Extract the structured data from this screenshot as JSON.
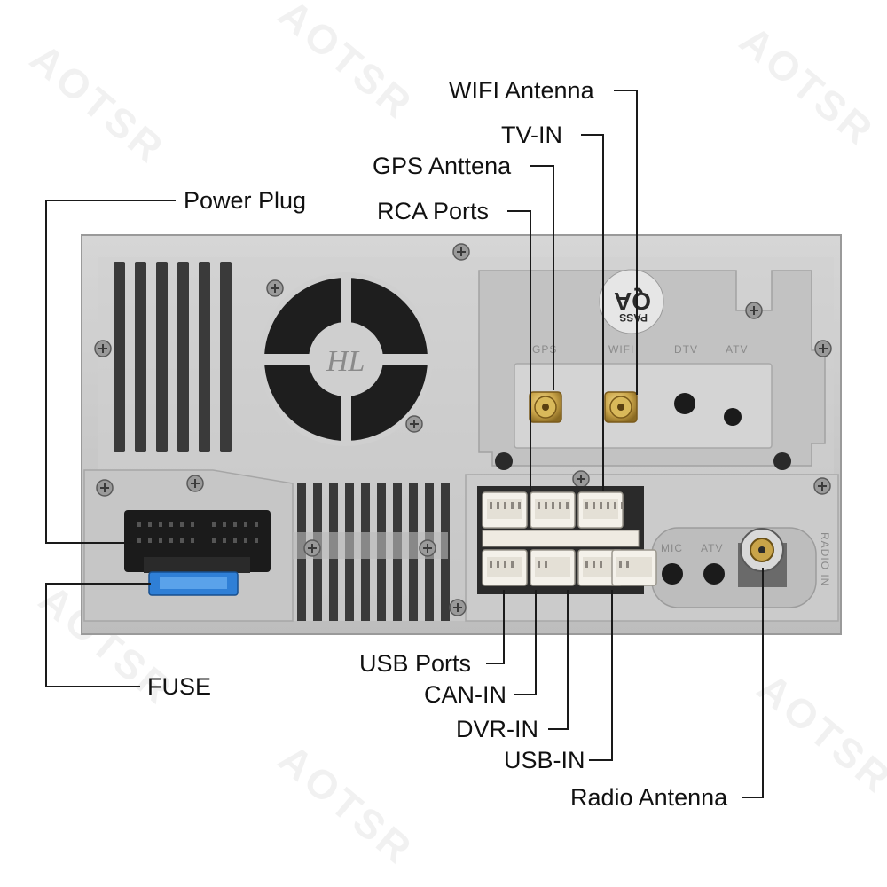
{
  "watermark": "AOTSR",
  "labels": {
    "wifi_antenna": "WIFI Antenna",
    "tv_in": "TV-IN",
    "gps_antenna": "GPS Anttena",
    "rca_ports": "RCA Ports",
    "power_plug": "Power Plug",
    "fuse": "FUSE",
    "usb_ports": "USB Ports",
    "can_in": "CAN-IN",
    "dvr_in": "DVR-IN",
    "usb_in": "USB-IN",
    "radio_antenna": "Radio Antenna"
  },
  "unit": {
    "fan_mark": "HL",
    "badge_top": "QA",
    "badge_bottom": "PASS",
    "port_gps": "GPS",
    "port_wifi": "WIFI",
    "port_dtv": "DTV",
    "port_atv_top": "ATV",
    "port_mic": "MIC",
    "port_atv_bottom": "ATV",
    "radio_vertical": "RADIO IN"
  },
  "colors": {
    "leader": "#1a1a1a",
    "chassis": "#c9c9c9",
    "fuse": "#2f7fd6",
    "connector": "#1b1b1b",
    "gold": "#c9a449"
  }
}
